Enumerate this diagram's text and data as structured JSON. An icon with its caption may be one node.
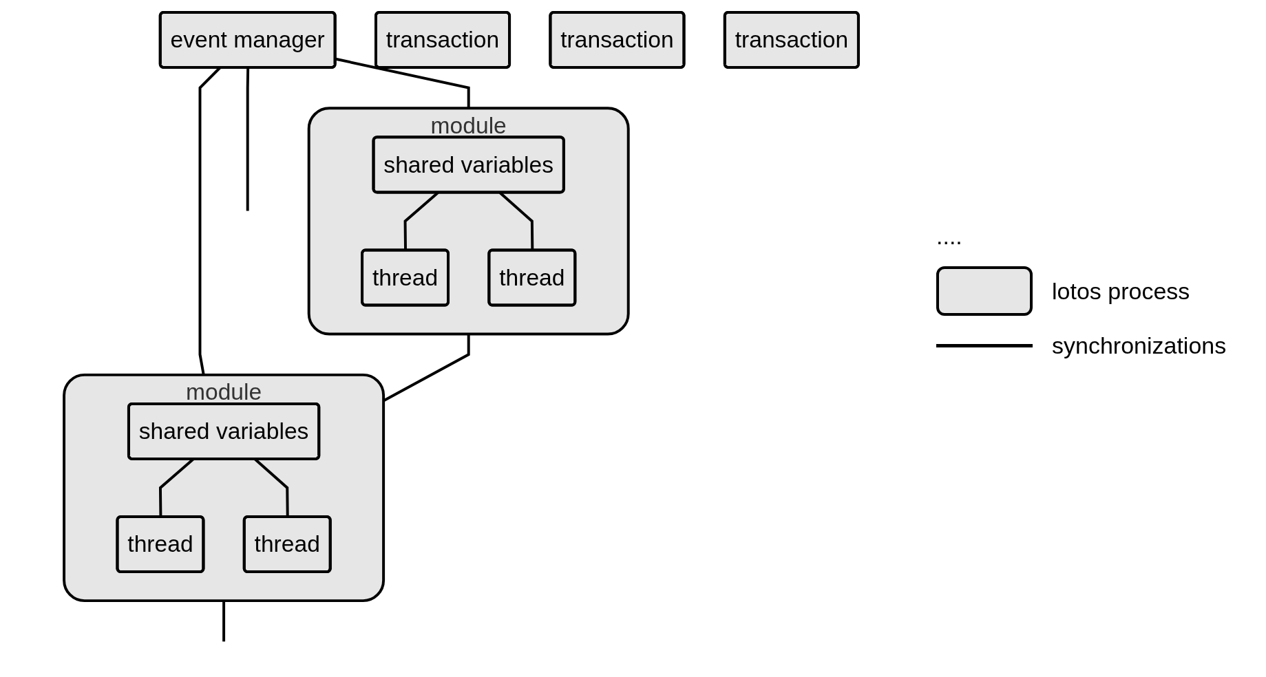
{
  "diagram": {
    "nodes": [
      {
        "text": [
          "event manager"
        ]
      },
      {
        "text": [
          "module"
        ]
      },
      {
        "text": [
          "shared variables"
        ],
        "in": 1
      },
      {
        "text": [
          "thread"
        ],
        "in": 1
      },
      {
        "text": [
          "thread"
        ],
        "in": 1
      },
      {
        "text": [
          "module"
        ]
      },
      {
        "text": [
          "shared variables"
        ],
        "in": 5
      },
      {
        "text": [
          "thread"
        ],
        "in": 5
      },
      {
        "text": [
          "thread"
        ],
        "in": 5
      },
      {
        "text": [
          "transaction"
        ]
      },
      {
        "text": [
          "transaction"
        ]
      },
      {
        "text": [
          "transaction"
        ]
      }
    ],
    "edges": [
      {
        "from": 0,
        "to": 1,
        "arrow": "none"
      },
      {
        "from": 0,
        "to": 5,
        "arrow": "none"
      },
      {
        "from": 0,
        "to": null,
        "arrow": "none"
      },
      {
        "from": 1,
        "to": 5,
        "arrow": "none"
      },
      {
        "from": 5,
        "to": null,
        "arrow": "none"
      },
      {
        "from": 2,
        "to": 3,
        "arrow": "none"
      },
      {
        "from": 2,
        "to": 4,
        "arrow": "none"
      },
      {
        "from": 6,
        "to": 7,
        "arrow": "none"
      },
      {
        "from": 6,
        "to": 8,
        "arrow": "none"
      }
    ],
    "labels": [
      "...."
    ],
    "legend": [
      {
        "text": "lotos process"
      },
      {
        "text": "synchronizations"
      }
    ]
  }
}
